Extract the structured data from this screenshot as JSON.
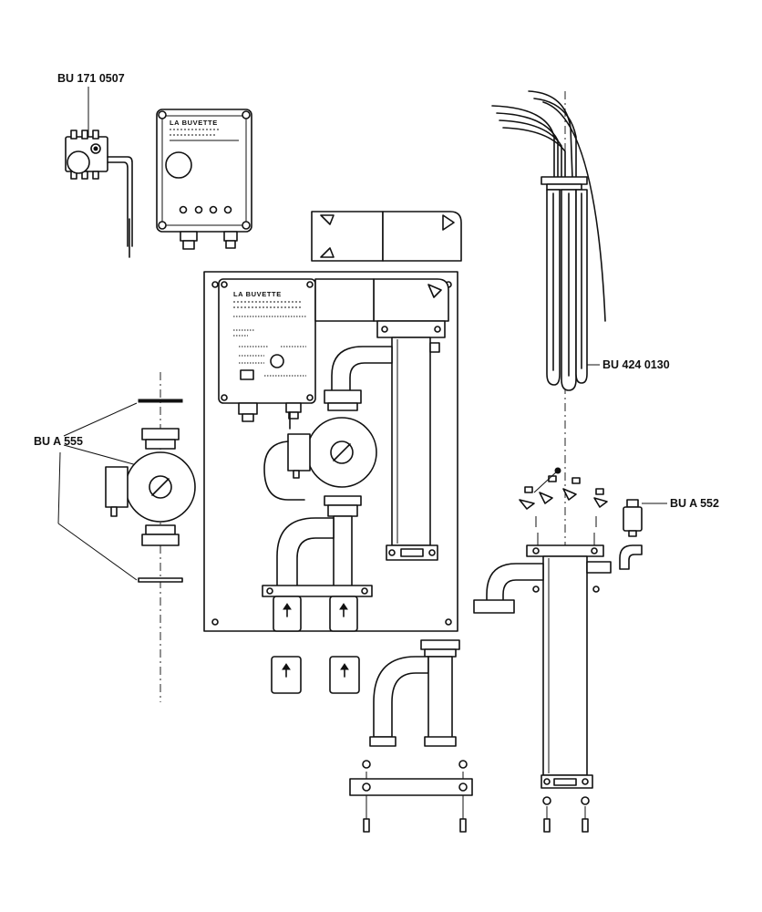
{
  "callouts": {
    "thermostat": "BU 171 0507",
    "heating_element": "BU 424 0130",
    "pump": "BU A 555",
    "air_vent": "BU A 552"
  },
  "control_box": {
    "brand": "LA BUVETTE"
  },
  "panel_box": {
    "brand": "LA BUVETTE"
  }
}
